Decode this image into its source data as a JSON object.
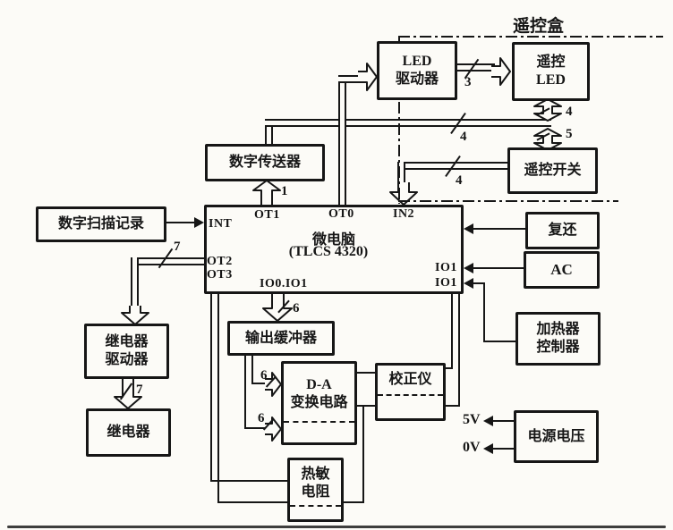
{
  "palette": {
    "paper": "#fcfbf7",
    "ink": "#161616"
  },
  "remote_box_label": "遥控盒",
  "blocks": {
    "scan_record": {
      "label": "数字扫描记录"
    },
    "transmitter": {
      "label": "数字传送器"
    },
    "led_driver": {
      "line1": "LED",
      "line2": "驱动器"
    },
    "remote_led": {
      "line1": "遥控",
      "line2": "LED"
    },
    "remote_switch": {
      "label": "遥控开关"
    },
    "micro": {
      "line1": "微电脑",
      "line2": "(TLCS 4320)"
    },
    "reset": {
      "label": "复还"
    },
    "ac": {
      "label": "AC"
    },
    "heater_controller": {
      "line1": "加热器",
      "line2": "控制器"
    },
    "relay_driver": {
      "line1": "继电器",
      "line2": "驱动器"
    },
    "relay": {
      "label": "继电器"
    },
    "output_buffer": {
      "label": "输出缓冲器"
    },
    "da_converter": {
      "line1": "D-A",
      "line2": "变换电路"
    },
    "calibrator": {
      "label": "校正仪"
    },
    "thermistor": {
      "line1": "热敏",
      "line2": "电阻"
    },
    "power_voltage": {
      "label": "电源电压"
    }
  },
  "pins": {
    "int": "INT",
    "ot1": "OT1",
    "ot0": "OT0",
    "in2": "IN2",
    "ot2": "OT2",
    "ot3": "OT3",
    "io0io1": "IO0.IO1",
    "io1a": "IO1",
    "io1b": "IO1"
  },
  "bus_widths": {
    "ot1_bus": "1",
    "led_bus": "3",
    "remote_led_top": "4",
    "remote_led_bottom": "5",
    "transmit_bus": "4",
    "switch_bus": "4",
    "relay_bus": "7",
    "relay_out": "7",
    "buffer_bus": "6",
    "da_bus1": "6",
    "da_bus2": "6"
  },
  "voltages": {
    "v5": "5V",
    "v0": "0V"
  }
}
